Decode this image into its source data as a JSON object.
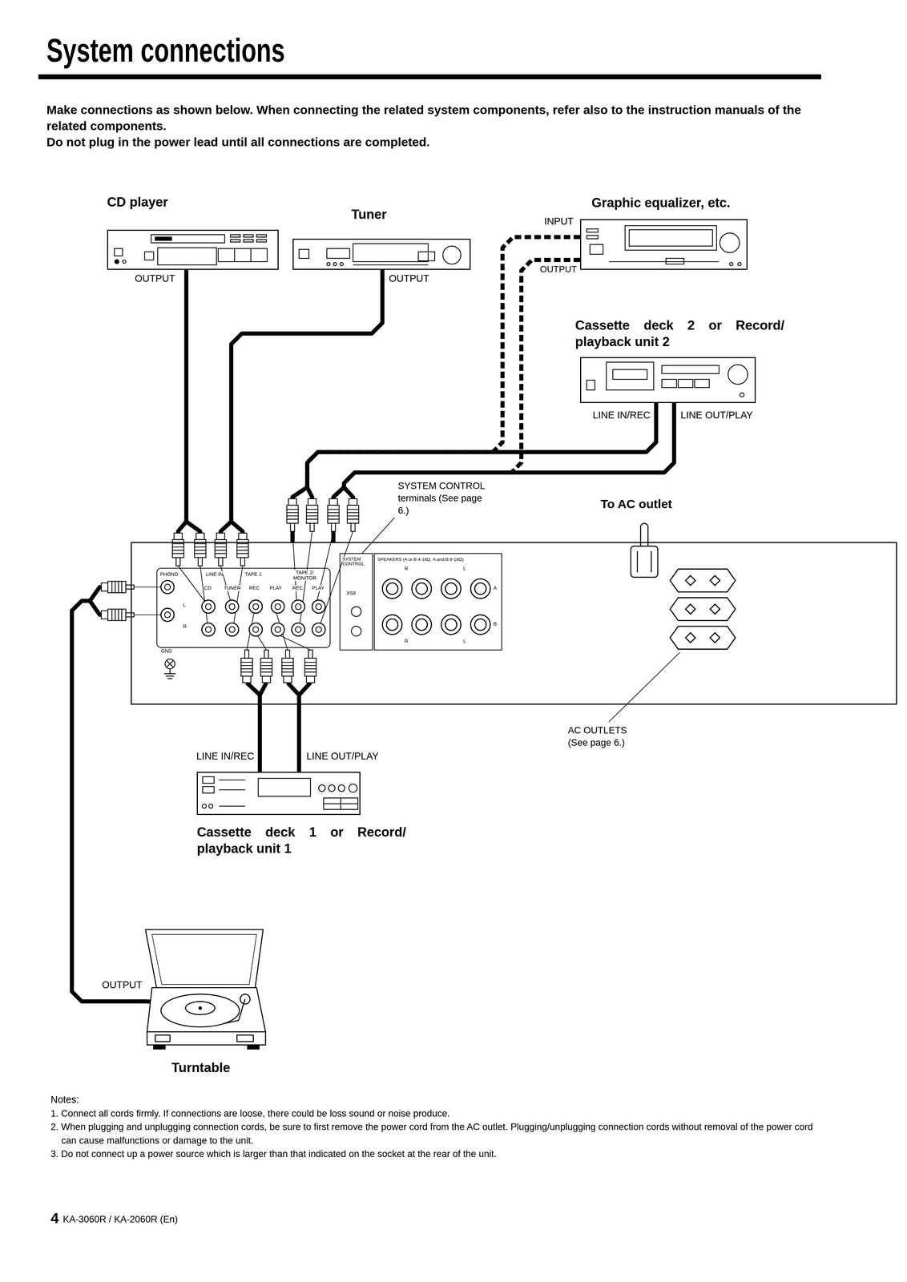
{
  "diagram": {
    "title": "System connections",
    "nodes": [
      {
        "text": [
          "CD player",
          "OUTPUT"
        ]
      },
      {
        "text": [
          "Tuner",
          "OUTPUT"
        ]
      },
      {
        "text": [
          "Graphic equalizer, etc.",
          "INPUT",
          "OUTPUT"
        ]
      },
      {
        "text": [
          "Cassette deck 2 or Record/ playback unit 2",
          "LINE IN/REC",
          "LINE OUT/PLAY"
        ]
      },
      {
        "text": [
          "PHONO",
          "LINE IN",
          "TAPE 1",
          "TAPE 2/ MONITOR",
          "CD",
          "TUNER",
          "REC",
          "PLAY",
          "REC",
          "PLAY",
          "L",
          "R",
          "GND",
          "SYSTEM CONTROL",
          "XS8",
          "SPEAKERS (A or B 4-16Ω, A and B 8-16Ω)",
          "R",
          "L",
          "A",
          "B",
          "R",
          "L"
        ]
      },
      {
        "text": [
          "LINE IN/REC",
          "LINE OUT/PLAY",
          "Cassette deck 1 or Record/ playback unit 1"
        ]
      },
      {
        "text": [
          "OUTPUT",
          "Turntable"
        ]
      }
    ],
    "edges": [
      {
        "from": 0,
        "to": 4,
        "arrow": "none"
      },
      {
        "from": 1,
        "to": 4,
        "arrow": "none"
      },
      {
        "from": 2,
        "to": 4,
        "arrow": "none"
      },
      {
        "from": 2,
        "to": 4,
        "arrow": "none"
      },
      {
        "from": 3,
        "to": 4,
        "arrow": "none"
      },
      {
        "from": 3,
        "to": 4,
        "arrow": "none"
      },
      {
        "from": 5,
        "to": 4,
        "arrow": "none"
      },
      {
        "from": 5,
        "to": 4,
        "arrow": "none"
      },
      {
        "from": 6,
        "to": 4,
        "arrow": "none"
      }
    ],
    "labels": [
      "Make connections as shown below. When connecting the related system components, refer also to the instruction manuals of the related components.",
      "Do not plug in the power lead until all connections are completed.",
      "SYSTEM CONTROL terminals (See page 6.)",
      "To AC outlet",
      "AC OUTLETS (See page 6.)",
      "Notes:",
      "1. Connect all cords firmly. If connections are loose, there could be loss sound or noise produce.",
      "2. When plugging and unplugging connection cords, be sure to first remove the power cord from the AC outlet. Plugging/unplugging connection cords without removal of the power cord can cause malfunctions or damage to the unit.",
      "3. Do not connect up a power source which is larger than that indicated on the socket at the rear of the unit.",
      "4",
      "KA-3060R / KA-2060R (En)"
    ]
  }
}
